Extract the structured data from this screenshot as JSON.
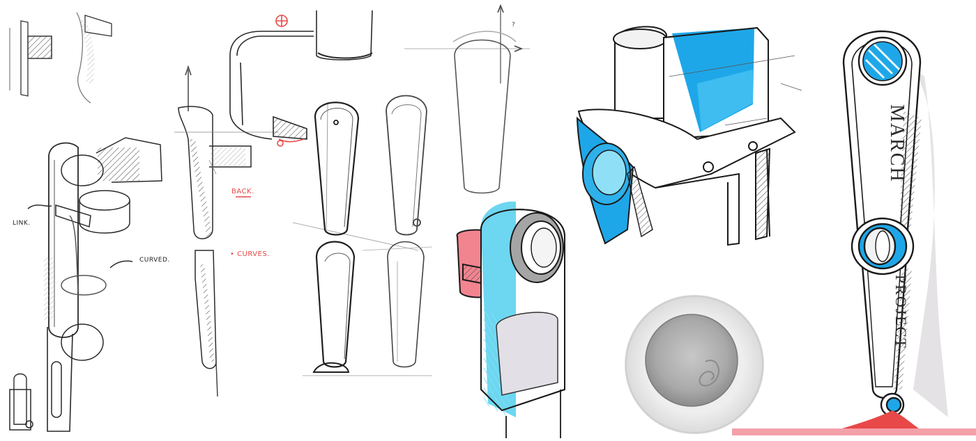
{
  "annotations": {
    "link": "LINK.",
    "curved": "CURVED.",
    "back": "BACK.",
    "curves": "• CURVES.",
    "question": "?",
    "brand_top": "MARCH",
    "brand_bottom": "PROJECT"
  },
  "colors": {
    "ink": "#2a2a2a",
    "pencil": "#8a8a8a",
    "cyan": "#1ea7e8",
    "cyan_light": "#5fd2ee",
    "red": "#e84848",
    "pink": "#f07a8a",
    "grey_marker": "#cfcfcf",
    "grey_dark": "#9a9a9a"
  }
}
